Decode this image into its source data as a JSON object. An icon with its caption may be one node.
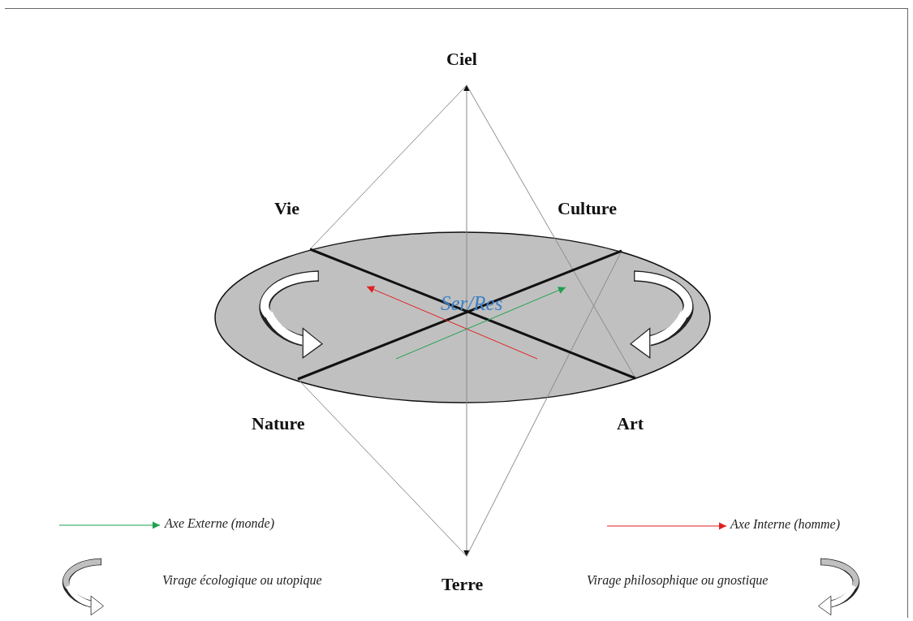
{
  "diagram": {
    "nodes": [
      {
        "text": [
          "Ciel"
        ]
      },
      {
        "text": [
          "Vie"
        ]
      },
      {
        "text": [
          "Culture"
        ]
      },
      {
        "text": [
          "Nature"
        ]
      },
      {
        "text": [
          "Art"
        ]
      },
      {
        "text": [
          "Terre"
        ]
      }
    ],
    "edges": [
      {
        "from": 0,
        "to": 5,
        "arrow": "both"
      },
      {
        "from": 0,
        "to": 1,
        "arrow": "none"
      },
      {
        "from": 0,
        "to": 4,
        "arrow": "none"
      },
      {
        "from": 5,
        "to": 3,
        "arrow": "none"
      },
      {
        "from": 5,
        "to": 2,
        "arrow": "none"
      },
      {
        "from": 1,
        "to": 4,
        "arrow": "none",
        "style": "thick",
        "color": "#111111"
      },
      {
        "from": 2,
        "to": 3,
        "arrow": "none",
        "style": "thick",
        "color": "#111111"
      }
    ],
    "labels": [
      "Ser/Res"
    ],
    "legend": [
      {
        "text": "Axe Externe (monde)"
      },
      {
        "text": "Axe Interne (homme)"
      },
      {
        "text": "Virage écologique ou utopique"
      },
      {
        "text": "Virage philosophique ou gnostique"
      }
    ]
  }
}
